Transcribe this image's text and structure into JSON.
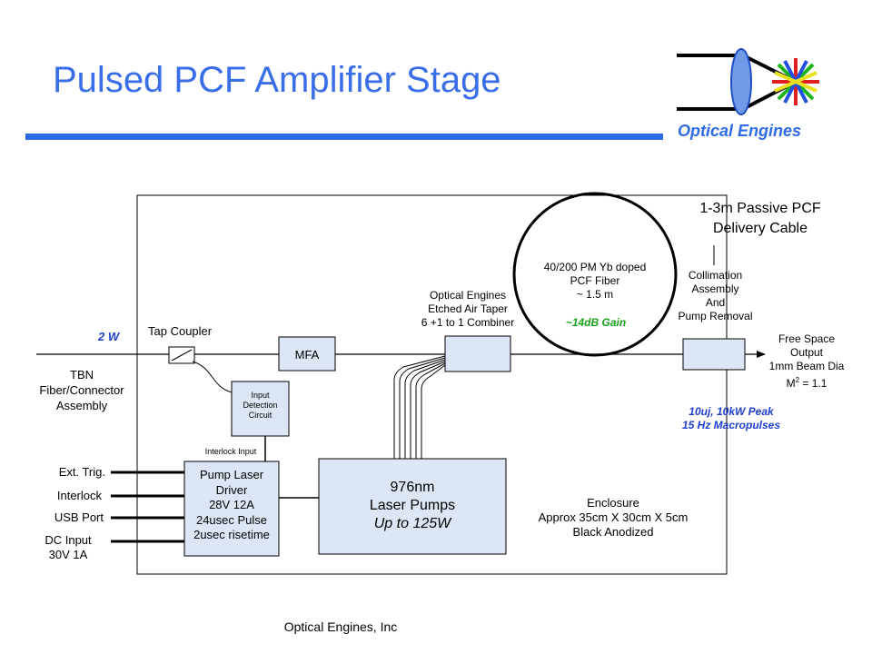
{
  "title": "Pulsed PCF Amplifier Stage",
  "logo": {
    "text": "Optical Engines"
  },
  "footer": "Optical Engines, Inc",
  "labels": {
    "power_in": "2 W",
    "tap_coupler": "Tap Coupler",
    "mfa": "MFA",
    "tbn": [
      "TBN",
      "Fiber/Connector",
      "Assembly"
    ],
    "input_detection": [
      "Input",
      "Detection",
      "Circuit"
    ],
    "interlock_input": "Interlock Input",
    "ext_trig": "Ext. Trig.",
    "interlock": "Interlock",
    "usb_port": "USB Port",
    "dc_input": [
      "DC Input",
      "30V 1A"
    ],
    "pump_driver": [
      "Pump Laser",
      "Driver",
      "28V 12A",
      "24usec Pulse",
      "2usec risetime"
    ],
    "laser_pumps": [
      "976nm",
      "Laser Pumps",
      "Up to 125W"
    ],
    "combiner": [
      "Optical Engines",
      "Etched Air Taper",
      "6 +1 to 1 Combiner"
    ],
    "fiber_coil": [
      "40/200 PM Yb doped",
      "PCF Fiber",
      "~ 1.5 m"
    ],
    "gain": "~14dB Gain",
    "delivery_cable": [
      "1-3m Passive PCF",
      "Delivery Cable"
    ],
    "collimation": [
      "Collimation",
      "Assembly",
      "And",
      "Pump Removal"
    ],
    "free_space": [
      "Free Space",
      "Output",
      "1mm Beam Dia"
    ],
    "m2_base": "M",
    "m2_sup": "2",
    "m2_rest": " = 1.1",
    "pulse_spec": [
      "10uj, 10kW Peak",
      "15 Hz Macropulses"
    ],
    "enclosure": [
      "Enclosure",
      "Approx 35cm X 30cm X 5cm",
      "Black Anodized"
    ]
  },
  "colors": {
    "accent": "#2f6be6",
    "gain_green": "#1aa31a",
    "spec_blue": "#1f3fd0",
    "box_fill": "#dce6f4"
  }
}
